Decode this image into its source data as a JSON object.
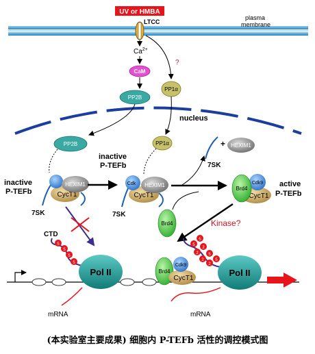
{
  "stimulus": "UV or HMBA",
  "membrane_label": [
    "plasma",
    "membrane"
  ],
  "channel": "LTCC",
  "calcium": "Ca",
  "calcium_sup": "2+",
  "calmodulin": "CaM",
  "pp2b": "PP2B",
  "pp1a": "PP1α",
  "question": "?",
  "nucleus": "nucleus",
  "hexim1": "HEXIM1",
  "cdk9": "Cdk9",
  "cdk9_short": "Cdk",
  "cyct1": "CycT1",
  "brd4": "Brd4",
  "rna_7sk": "7SK",
  "plus": "+",
  "inactive_ptefb_left": [
    "inactive",
    "P-TEFb"
  ],
  "inactive_ptefb_mid": [
    "inactive",
    "P-TEFb"
  ],
  "active_ptefb": [
    "active",
    "P-TEFb"
  ],
  "kinase": "Kinase?",
  "ctd": "CTD",
  "pol2": "Pol II",
  "mrna": "mRNA",
  "phospho_s": "S",
  "phospho_two": "2",
  "phospho_five": "5",
  "caption": "(本实验室主要成果) 细胞内 P-TEFb 活性的调控模式图",
  "colors": {
    "stimulus_bg": "#e8141b",
    "membrane": "#3b9bd6",
    "nucleus_line": "#1b3d9e",
    "pp2b": "#3aa9a4",
    "pp1a": "#c7c26a",
    "cam": "#e64fd2",
    "hexim1": "#8a8a8a",
    "cdk9": "#4d8fe0",
    "cyct1": "#c9a25a",
    "brd4": "#4fcf4f",
    "pol2": "#1f9e9a",
    "phospho": "#e8141b",
    "kinase_text": "#d1142a",
    "inhibit_x": "#e8141b",
    "inhibit_arrow": "#3a2e8f"
  }
}
